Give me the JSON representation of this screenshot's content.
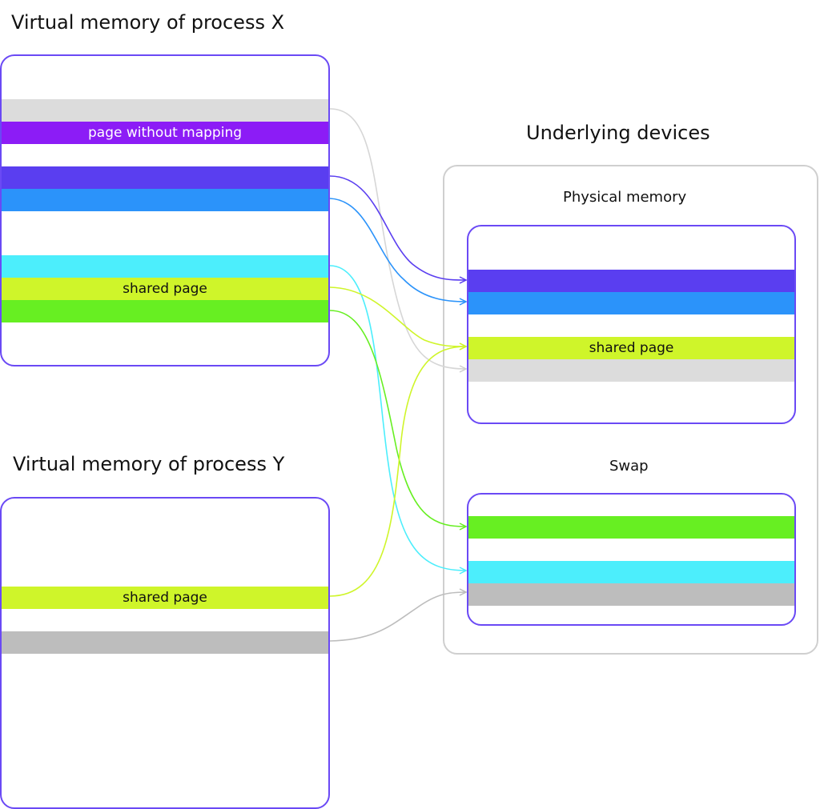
{
  "process_x": {
    "title": "Virtual memory of process X",
    "bands": [
      {
        "color": "#dcdcdc",
        "label": ""
      },
      {
        "color": "#8c1cf6",
        "label": "page without mapping"
      },
      {
        "color": "#5a3ef0",
        "label": ""
      },
      {
        "color": "#2b93fa",
        "label": ""
      },
      {
        "color": "#4ceefc",
        "label": ""
      },
      {
        "color": "#cff52a",
        "label": "shared page"
      },
      {
        "color": "#67ef22",
        "label": ""
      }
    ]
  },
  "process_y": {
    "title": "Virtual memory of process Y",
    "bands": [
      {
        "color": "#cff52a",
        "label": "shared page"
      },
      {
        "color": "#bdbdbd",
        "label": ""
      }
    ]
  },
  "devices": {
    "title": "Underlying devices",
    "physical": {
      "title": "Physical memory",
      "bands": [
        {
          "color": "#5a3ef0",
          "label": ""
        },
        {
          "color": "#2b93fa",
          "label": ""
        },
        {
          "color": "#cff52a",
          "label": "shared page"
        },
        {
          "color": "#dcdcdc",
          "label": ""
        }
      ]
    },
    "swap": {
      "title": "Swap",
      "bands": [
        {
          "color": "#67ef22",
          "label": ""
        },
        {
          "color": "#4ceefc",
          "label": ""
        },
        {
          "color": "#bdbdbd",
          "label": ""
        }
      ]
    }
  },
  "colors": {
    "box_border": "#6a49f5",
    "outer_border": "#cfcfcf"
  }
}
